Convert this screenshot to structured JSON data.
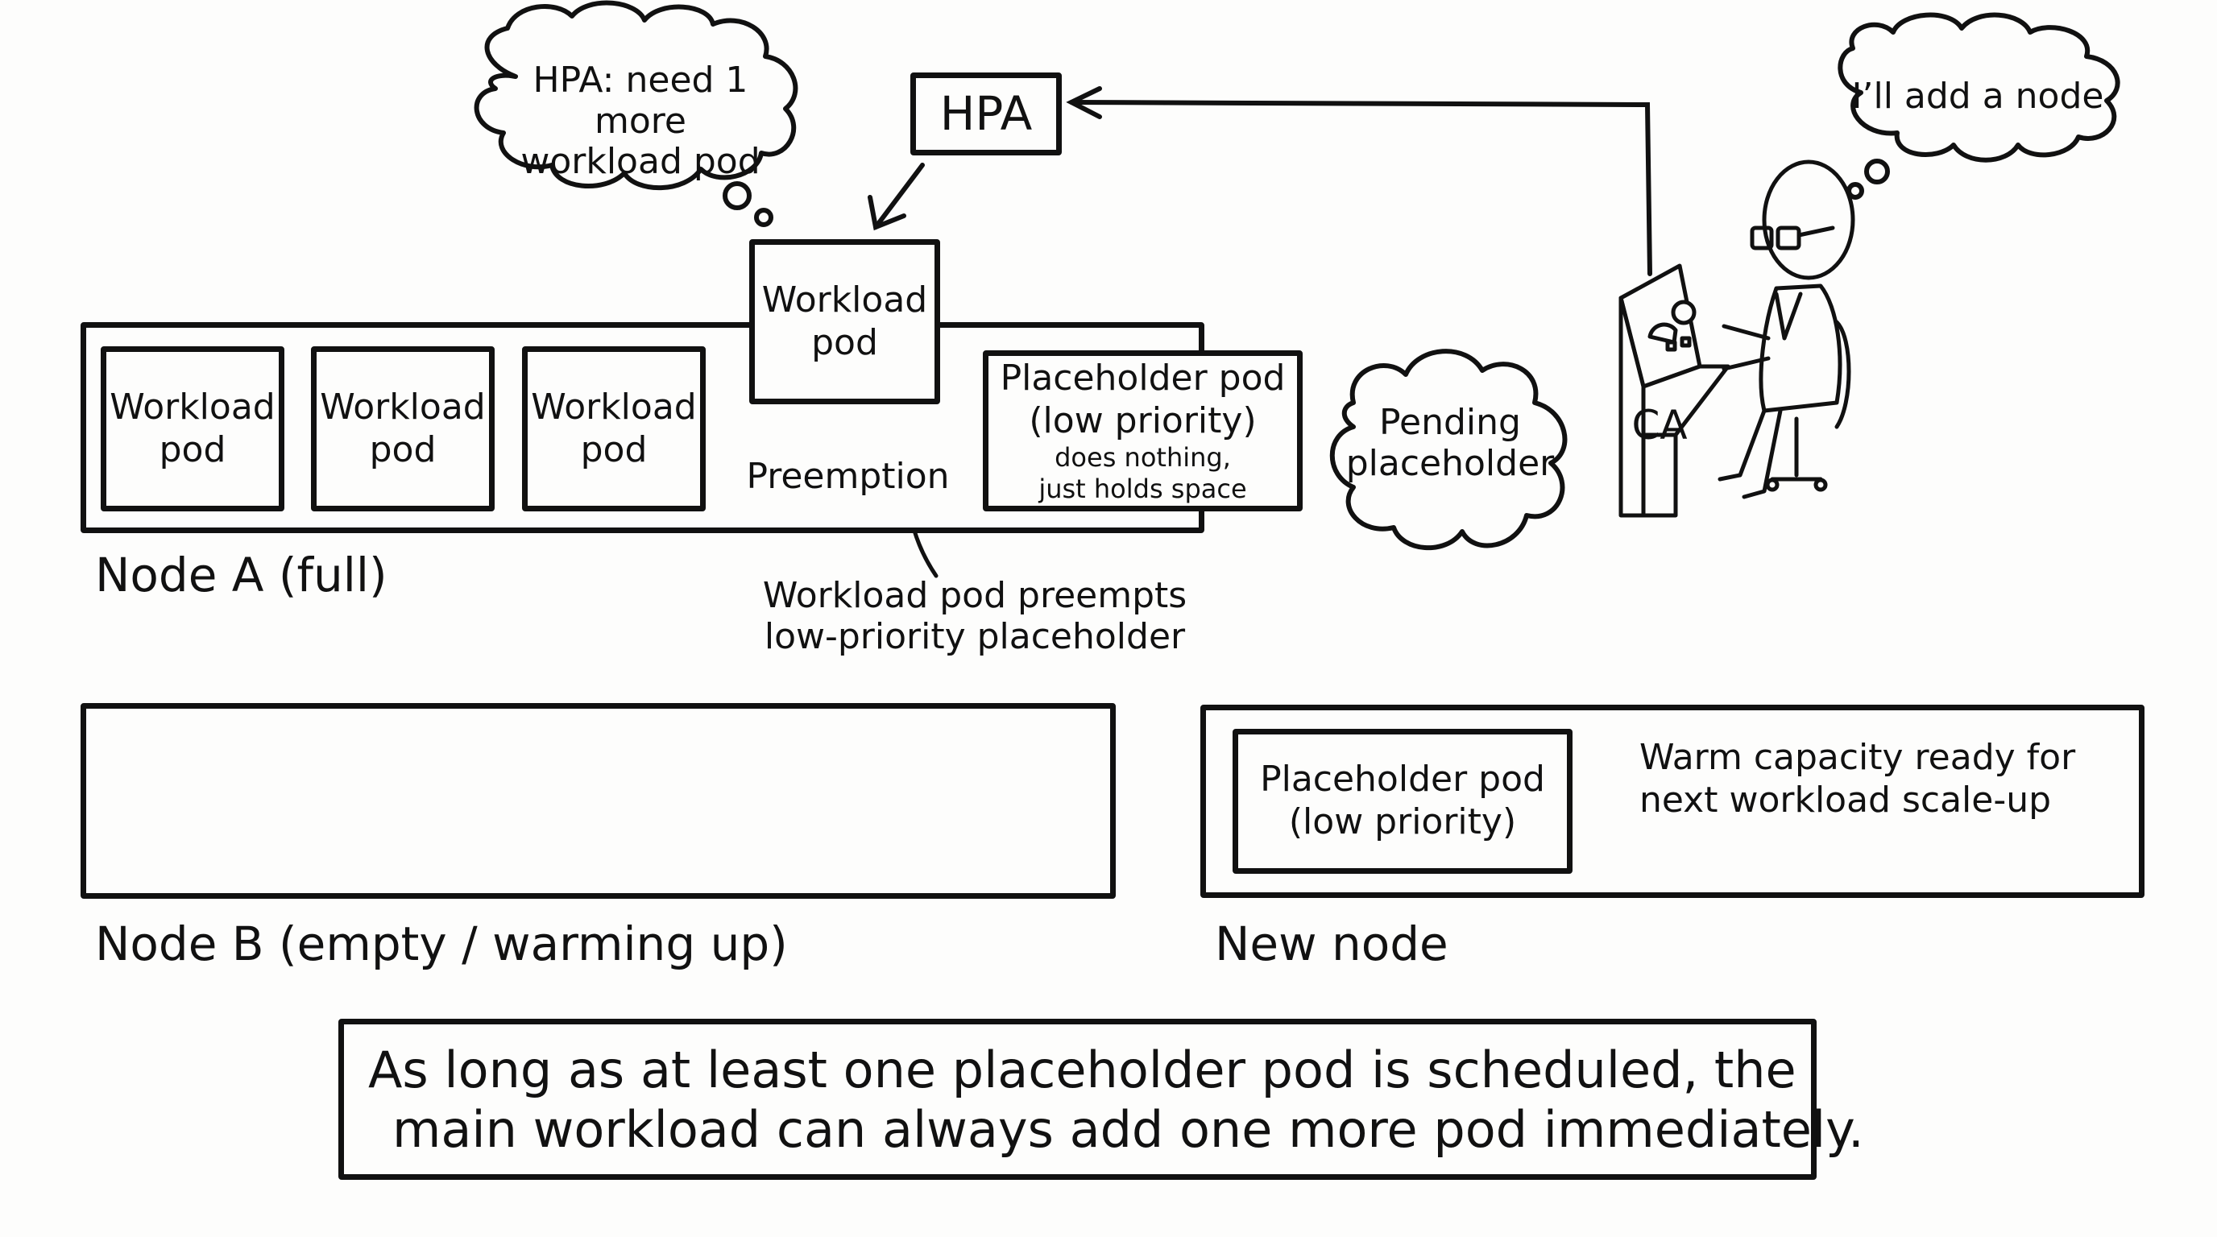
{
  "hpa_thought": {
    "line1": "HPA: need 1 more",
    "line2": "workload pod"
  },
  "hpa_box": {
    "label": "HPA"
  },
  "incoming_pod": {
    "line1": "Workload",
    "line2": "pod"
  },
  "node_a": {
    "label": "Node A (full)",
    "pods": [
      {
        "line1": "Workload",
        "line2": "pod"
      },
      {
        "line1": "Workload",
        "line2": "pod"
      },
      {
        "line1": "Workload",
        "line2": "pod"
      }
    ],
    "preemption_label": "Preemption",
    "placeholder": {
      "line1": "Placeholder pod",
      "line2": "(low priority)",
      "note1": "does nothing,",
      "note2": "just holds space"
    }
  },
  "pending_cloud": {
    "line1": "Pending",
    "line2": "placeholder"
  },
  "preempt_annotation": {
    "line1": "Workload pod preempts",
    "line2": "low-priority placeholder"
  },
  "ca": {
    "label": "CA",
    "thought": "I’ll add a node"
  },
  "node_b": {
    "label": "Node B (empty / warming up)"
  },
  "new_node": {
    "label": "New node",
    "placeholder": {
      "line1": "Placeholder pod",
      "line2": "(low priority)"
    },
    "annotation": {
      "line1": "Warm capacity ready for",
      "line2": "next workload scale-up"
    }
  },
  "caption": {
    "line1": "As long as at least one placeholder pod is scheduled, the",
    "line2": "main workload can always add one more pod immediately."
  }
}
